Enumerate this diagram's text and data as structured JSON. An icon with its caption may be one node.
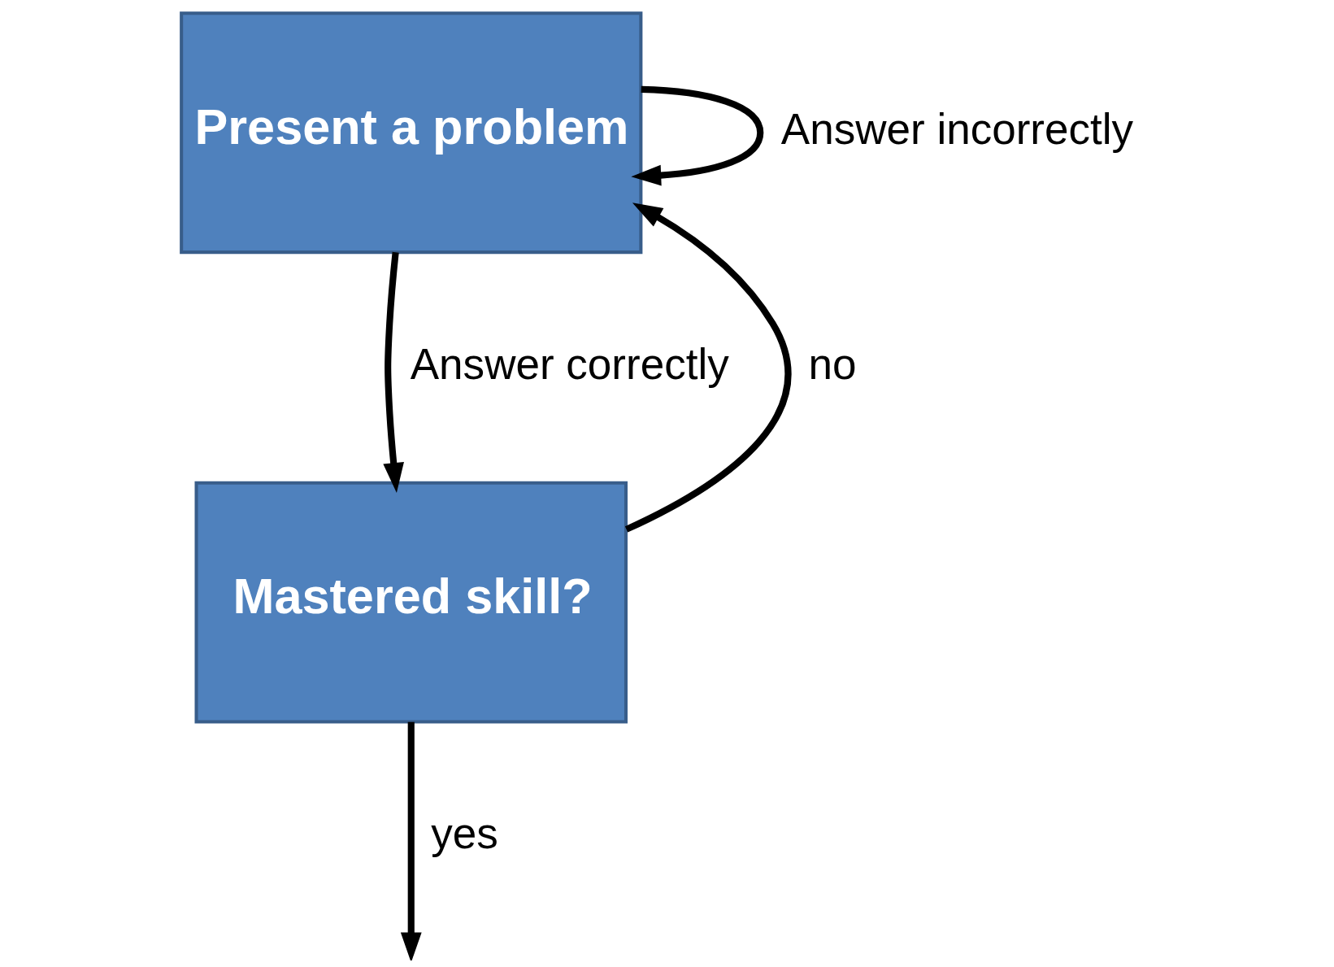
{
  "diagram": {
    "nodes": [
      {
        "text": [
          "Present a problem"
        ]
      },
      {
        "text": [
          "Mastered skill?"
        ]
      }
    ],
    "edges": [
      {
        "from": 0,
        "to": 0,
        "label": "Answer incorrectly",
        "arrow": "to"
      },
      {
        "from": 0,
        "to": 1,
        "label": "Answer correctly",
        "arrow": "to"
      },
      {
        "from": 1,
        "to": 0,
        "label": "no",
        "arrow": "to"
      },
      {
        "from": 1,
        "to": null,
        "label": "yes",
        "arrow": "to"
      }
    ]
  }
}
